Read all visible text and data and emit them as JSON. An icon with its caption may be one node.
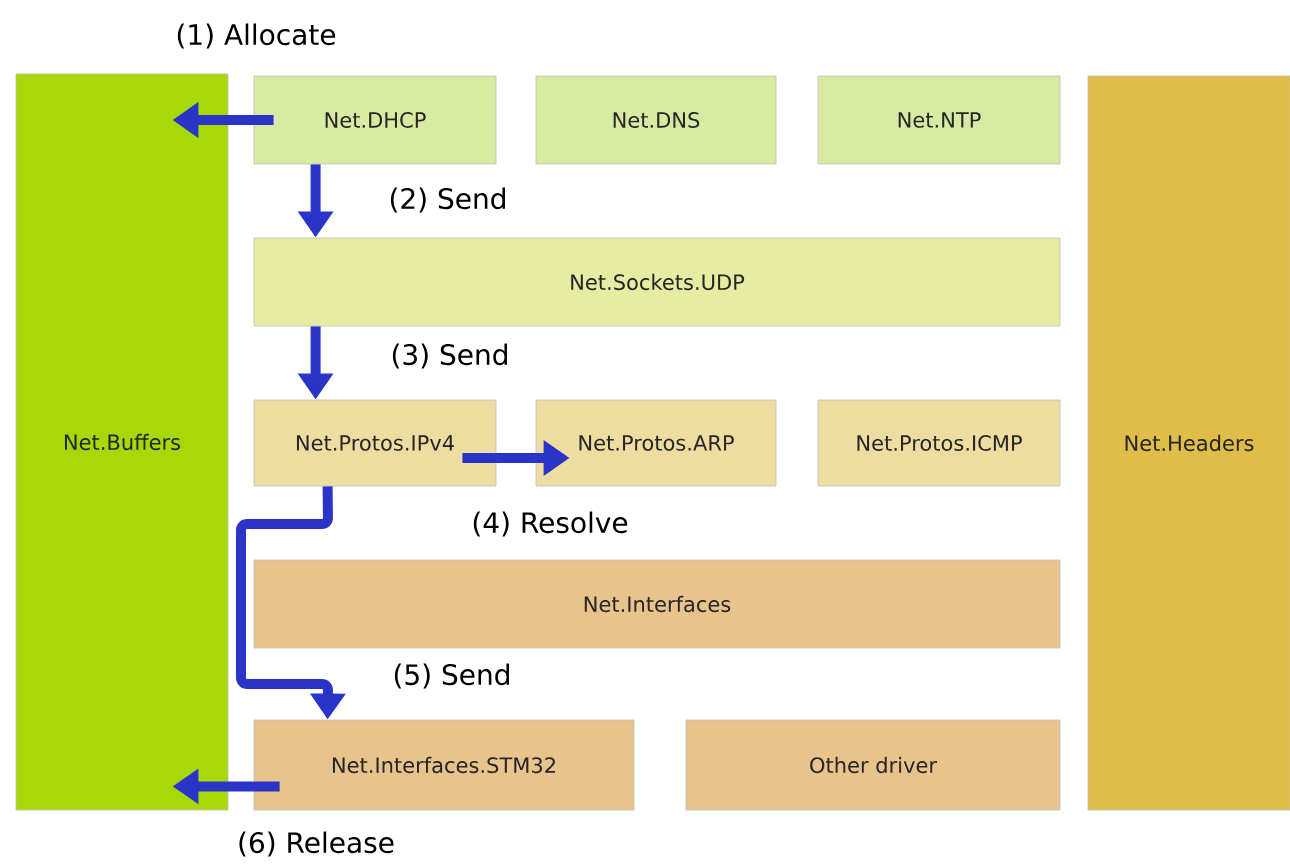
{
  "diagram": {
    "nodes": [
      {
        "text": [
          "Net.Buffers"
        ]
      },
      {
        "text": [
          "Net.DHCP"
        ]
      },
      {
        "text": [
          "Net.DNS"
        ]
      },
      {
        "text": [
          "Net.NTP"
        ]
      },
      {
        "text": [
          "Net.Sockets.UDP"
        ]
      },
      {
        "text": [
          "Net.Protos.IPv4"
        ]
      },
      {
        "text": [
          "Net.Protos.ARP"
        ]
      },
      {
        "text": [
          "Net.Protos.ICMP"
        ]
      },
      {
        "text": [
          "Net.Interfaces"
        ]
      },
      {
        "text": [
          "Net.Interfaces.STM32"
        ]
      },
      {
        "text": [
          "Other driver"
        ]
      },
      {
        "text": [
          "Net.Headers"
        ]
      }
    ],
    "edges": [
      {
        "from": 1,
        "to": 0,
        "arrow": "to",
        "label": "(1) Allocate"
      },
      {
        "from": 1,
        "to": 4,
        "arrow": "to",
        "label": "(2) Send"
      },
      {
        "from": 4,
        "to": 5,
        "arrow": "to",
        "label": "(3) Send"
      },
      {
        "from": 5,
        "to": 6,
        "arrow": "to",
        "label": "(4) Resolve"
      },
      {
        "from": 5,
        "to": 9,
        "arrow": "to",
        "label": "(5) Send"
      },
      {
        "from": 9,
        "to": 0,
        "arrow": "to",
        "label": "(6) Release"
      }
    ]
  }
}
